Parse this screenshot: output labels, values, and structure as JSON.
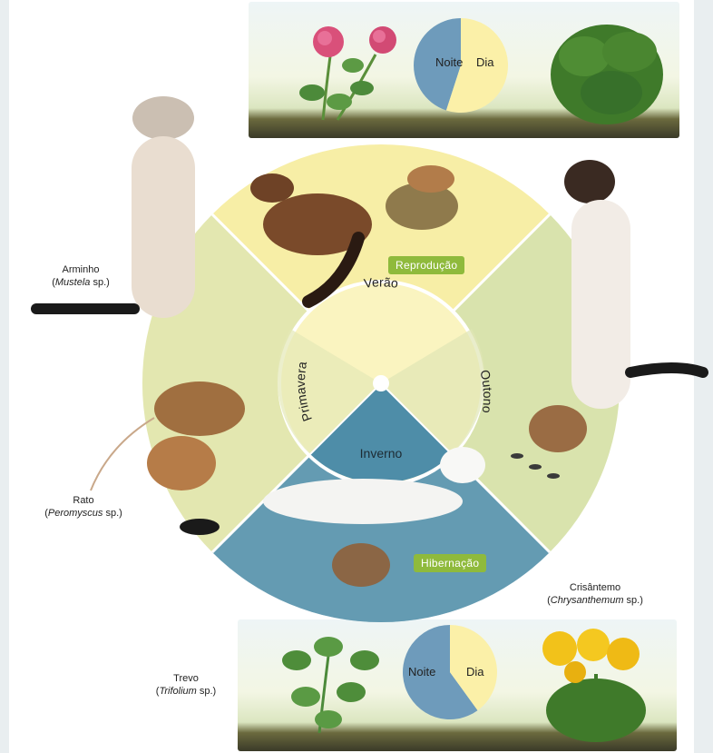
{
  "seasons": {
    "summer": "Verão",
    "autumn": "Outono",
    "winter": "Inverno",
    "spring": "Primavera"
  },
  "events": {
    "reproduction": "Reprodução",
    "hibernation": "Hibernação"
  },
  "day_night_top": {
    "night": "Noite",
    "day": "Dia",
    "night_fraction": 0.45
  },
  "day_night_bottom": {
    "night": "Noite",
    "day": "Dia",
    "night_fraction": 0.6
  },
  "organisms": {
    "stoat": {
      "common": "Arminho",
      "scientific": "Mustela",
      "suffix": " sp.)"
    },
    "mouse": {
      "common": "Rato",
      "scientific": "Peromyscus",
      "suffix": " sp.)"
    },
    "clover": {
      "common": "Trevo",
      "scientific": "Trifolium",
      "suffix": " sp.)"
    },
    "chrysanthemum": {
      "common": "Crisântemo",
      "scientific": "Chrysanthemum",
      "suffix": " sp.)"
    }
  },
  "colors": {
    "summer": "#f7eea6",
    "autumn": "#d9e3ad",
    "winter": "#4e8da8",
    "spring": "#e3e7b0",
    "night": "#6e9bbb",
    "day": "#fbf0a8",
    "tag": "#8fba3c"
  }
}
